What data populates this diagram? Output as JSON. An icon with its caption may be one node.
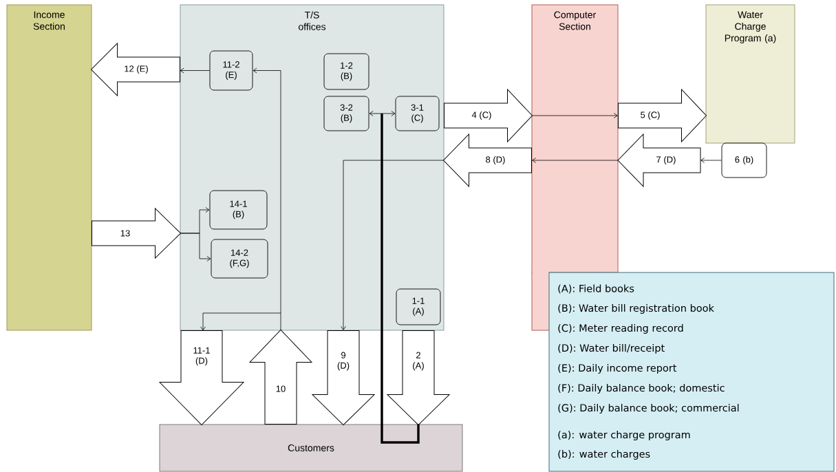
{
  "diagram": {
    "nodes": [
      {
        "text": [
          "Income Section"
        ]
      },
      {
        "text": [
          "T/S offices"
        ]
      },
      {
        "text": [
          "Computer Section"
        ]
      },
      {
        "text": [
          "Water Charge Program (a)"
        ]
      },
      {
        "text": [
          "Customers"
        ]
      },
      {
        "text": [
          "11-2 (E)"
        ],
        "in": 1
      },
      {
        "text": [
          "1-2 (B)"
        ],
        "in": 1
      },
      {
        "text": [
          "3-2 (B)"
        ],
        "in": 1
      },
      {
        "text": [
          "3-1 (C)"
        ],
        "in": 1
      },
      {
        "text": [
          "14-1 (B)"
        ],
        "in": 1
      },
      {
        "text": [
          "14-2 (F,G)"
        ],
        "in": 1
      },
      {
        "text": [
          "1-1 (A)"
        ],
        "in": 1
      },
      {
        "text": [
          "6 (b)"
        ]
      },
      {
        "text": [
          "(A): Field books",
          "(B): Water bill registration book",
          "(C): Meter reading record",
          "(D): Water bill/receipt",
          "(E): Daily income report",
          "(F): Daily balance book; domestic",
          "(G): Daily balance book; commercial",
          "(a): water charge program",
          "(b): water charges"
        ]
      }
    ],
    "edges": [
      {
        "from": 1,
        "to": 0,
        "arrow": "to",
        "label": "12 (E)"
      },
      {
        "from": 0,
        "to": 1,
        "arrow": "to",
        "label": "13"
      },
      {
        "from": 1,
        "to": 2,
        "arrow": "to",
        "label": "4 (C)"
      },
      {
        "from": 2,
        "to": 3,
        "arrow": "to",
        "label": "5 (C)"
      },
      {
        "from": null,
        "to": 2,
        "arrow": "to",
        "label": "7 (D)"
      },
      {
        "from": 2,
        "to": 1,
        "arrow": "to",
        "label": "8 (D)"
      },
      {
        "from": 1,
        "to": 4,
        "arrow": "to",
        "label": "11-1 (D)"
      },
      {
        "from": 4,
        "to": 1,
        "arrow": "to",
        "label": "10"
      },
      {
        "from": 1,
        "to": 4,
        "arrow": "to",
        "label": "9 (D)"
      },
      {
        "from": 1,
        "to": 4,
        "arrow": "to",
        "label": "2 (A)"
      },
      {
        "from": 7,
        "to": 8,
        "arrow": "both"
      },
      {
        "from": 5,
        "to": 1,
        "arrow": "to"
      },
      {
        "from": null,
        "to": 5,
        "arrow": "to"
      },
      {
        "from": null,
        "to": 9,
        "arrow": "to"
      },
      {
        "from": null,
        "to": 10,
        "arrow": "to"
      },
      {
        "from": 12,
        "to": null,
        "arrow": "to"
      },
      {
        "from": null,
        "to": 4,
        "arrow": "none",
        "style": "thick"
      },
      {
        "from": null,
        "to": 1,
        "arrow": "to"
      }
    ]
  }
}
